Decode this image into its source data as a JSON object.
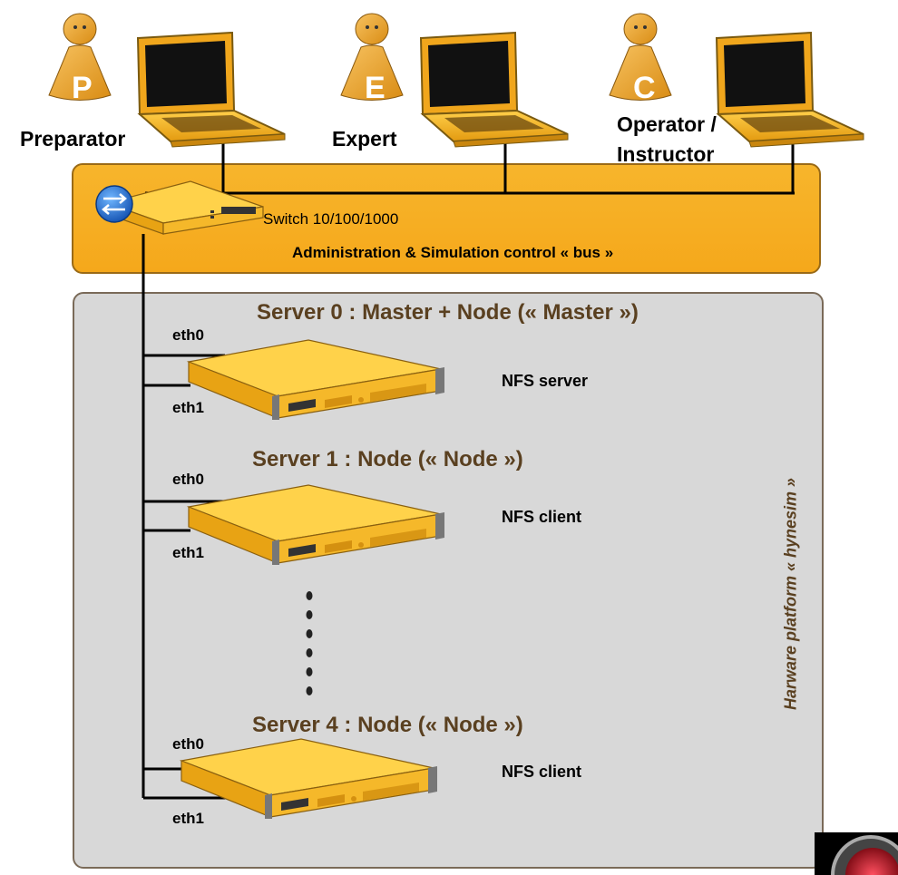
{
  "actors": [
    {
      "letter": "P",
      "label": "Preparator"
    },
    {
      "letter": "E",
      "label": "Expert"
    },
    {
      "letter": "C",
      "label": "Operator /",
      "label2": "Instructor"
    }
  ],
  "switch": {
    "label": "Switch 10/100/1000"
  },
  "bus": {
    "title": "Administration & Simulation control « bus »"
  },
  "platform": {
    "title": "Harware platform « hynesim »"
  },
  "servers": [
    {
      "title": "Server 0 : Master + Node (« Master »)",
      "role": "NFS server",
      "eth0": "eth0",
      "eth1": "eth1"
    },
    {
      "title": "Server 1 : Node (« Node »)",
      "role": "NFS client",
      "eth0": "eth0",
      "eth1": "eth1"
    },
    {
      "title": "Server 4 : Node (« Node »)",
      "role": "NFS client",
      "eth0": "eth0",
      "eth1": "eth1"
    }
  ],
  "colors": {
    "accent": "#f5a81b",
    "panel": "#d8d8d8",
    "text": "#000000",
    "label_brown": "#5a4020"
  }
}
